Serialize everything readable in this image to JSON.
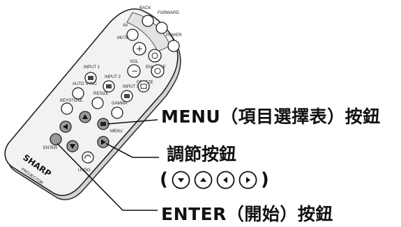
{
  "callouts": {
    "menu": "MENU（項目選擇表）按鈕",
    "adjust": "調節按鈕",
    "adjust_open": "(",
    "adjust_close": ")",
    "enter": "ENTER（開始）按鈕"
  },
  "arrow_keys": [
    {
      "direction": "down",
      "icon": "down-triangle-icon"
    },
    {
      "direction": "up",
      "icon": "up-triangle-icon"
    },
    {
      "direction": "left",
      "icon": "left-triangle-icon"
    },
    {
      "direction": "right",
      "icon": "right-triangle-icon"
    }
  ],
  "remote": {
    "brand": "SHARP",
    "model": "PROJECTOR",
    "top_labels": [
      "BACK",
      "FORWARD"
    ],
    "mute_label": "MUTE",
    "av_label": "AV",
    "power_label": "POWER",
    "volume_label": "VOL",
    "enlarge_label": "ENLARGE",
    "freeze_label": "FREEZE",
    "input_labels": [
      "INPUT 1",
      "INPUT 2",
      "INPUT 3"
    ],
    "mid_labels": [
      "AUTO SYNC",
      "RESIZE",
      "GAMMA"
    ],
    "menu_label": "MENU",
    "enter_label": "ENTER",
    "undo_label": "UNDO",
    "keystone_label": "KEYSTONE"
  }
}
